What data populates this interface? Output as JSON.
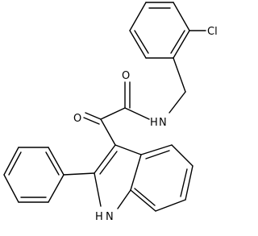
{
  "atoms": {
    "chlorine": "Cl",
    "amide_nitrogen": "N",
    "amide_hydrogen": "H",
    "amide_oxygen": "O",
    "keto_oxygen": "O",
    "indole_nitrogen_h": "H",
    "indole_nitrogen": "N"
  },
  "colors": {
    "bond": "#000000",
    "background": "#ffffff"
  }
}
